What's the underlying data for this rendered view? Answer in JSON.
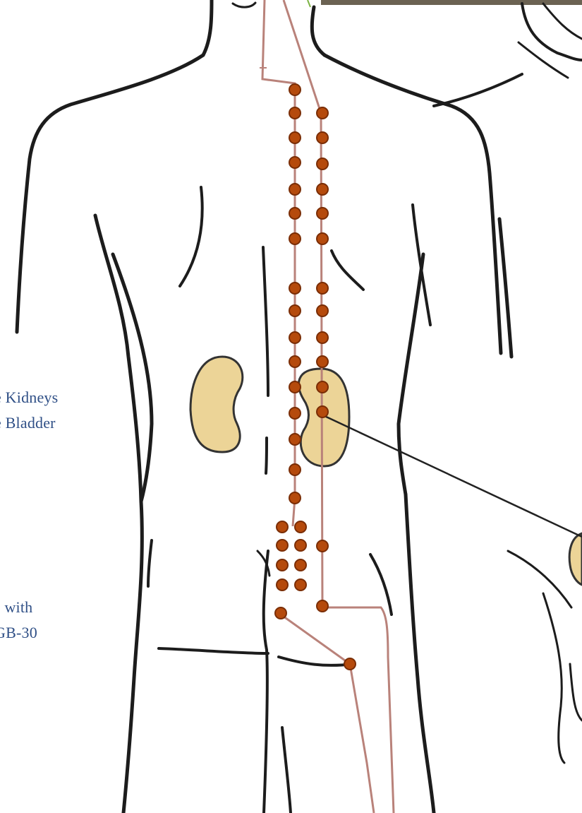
{
  "labels": {
    "kidneys_line1": "e Kidneys",
    "kidneys_line2": "e Bladder",
    "gb_line1": "s with",
    "gb_line2": "GB-30"
  },
  "colors": {
    "outline": "#1c1c1c",
    "kidney_fill": "#ecd497",
    "kidney_stroke": "#333333",
    "point_fill": "#b54a0c",
    "point_stroke": "#7a2d05",
    "meridian": "#b9827a",
    "callout_line": "#222222",
    "label_text": "#2f4f86",
    "top_bar": "#6b6252"
  },
  "icons": {
    "acupoint": "filled-circle-dot",
    "kidney": "kidney-shape"
  }
}
